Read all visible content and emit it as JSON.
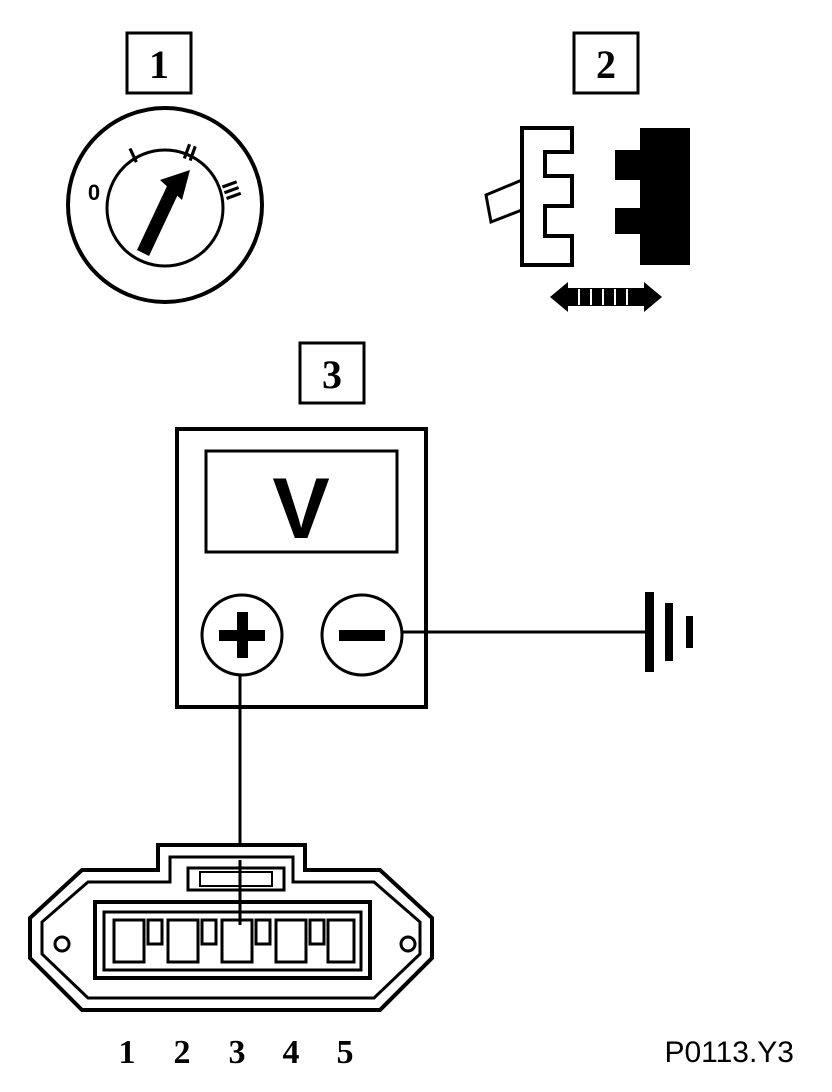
{
  "steps": {
    "step1": "1",
    "step2": "2",
    "step3": "3"
  },
  "ignition": {
    "pos_0": "0",
    "pos_1": "I",
    "pos_2": "II",
    "pos_3": "III",
    "selected_position": "II",
    "icon": "ignition-key-switch"
  },
  "connector_action": {
    "icon": "connector-disconnect-arrow"
  },
  "voltmeter": {
    "display": "V",
    "positive_symbol": "+",
    "negative_symbol": "−"
  },
  "connector": {
    "pins": [
      "1",
      "2",
      "3",
      "4",
      "5"
    ],
    "probed_pin": "3"
  },
  "figure_code": "P0113.Y3"
}
